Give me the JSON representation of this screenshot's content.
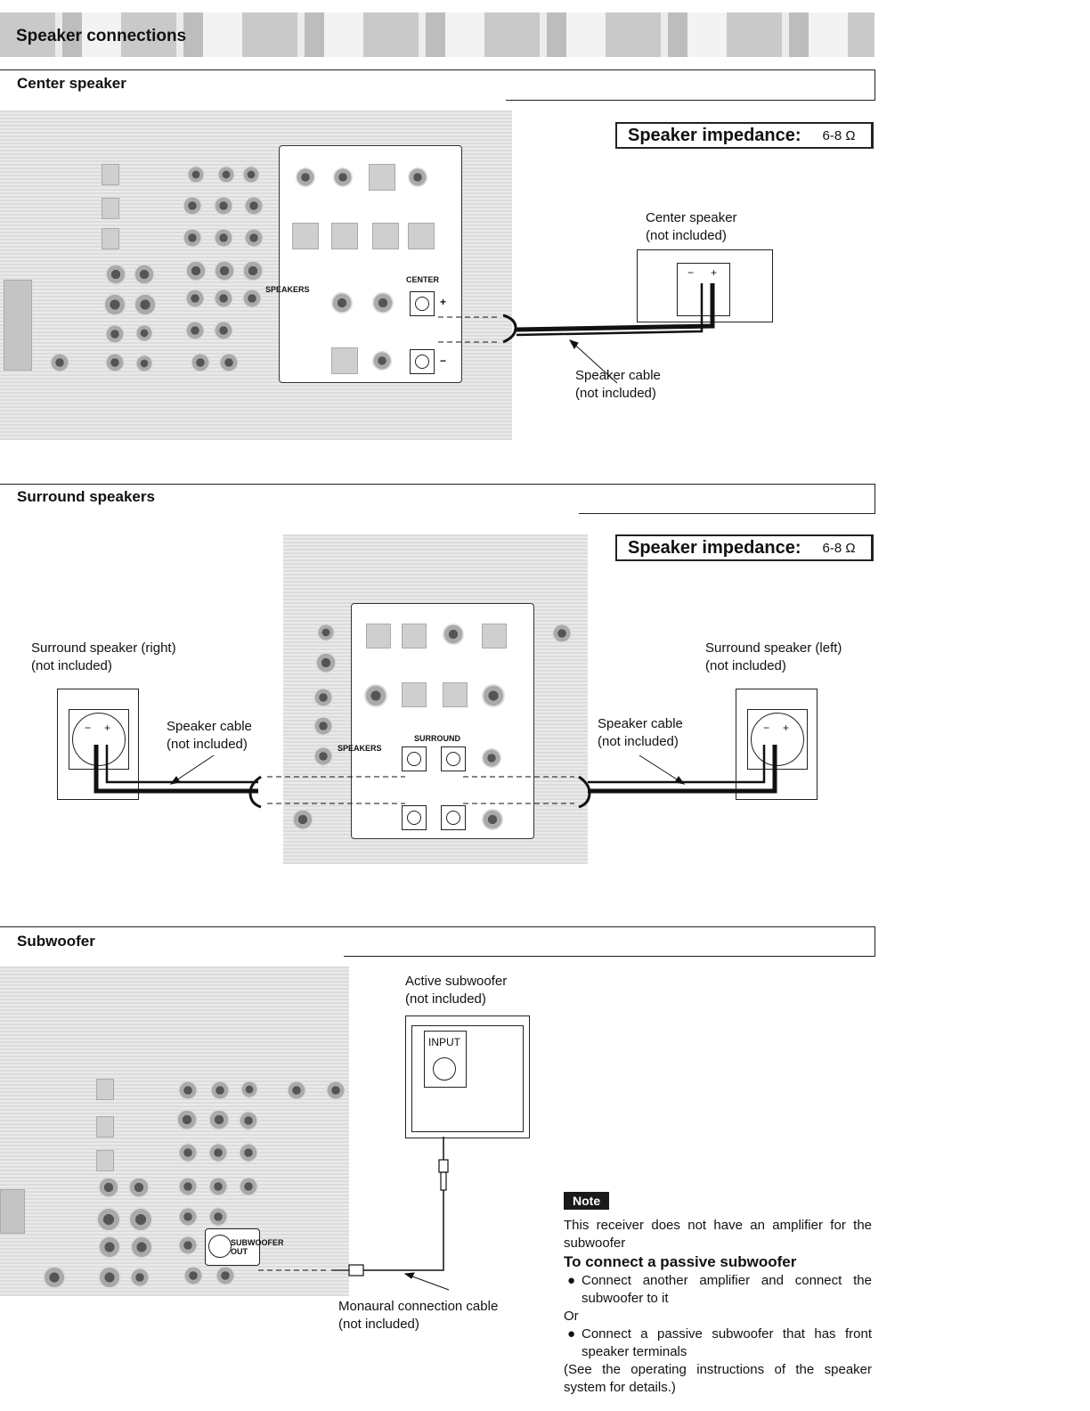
{
  "page": {
    "title": "Speaker connections"
  },
  "center": {
    "heading": "Center speaker",
    "impedance_label": "Speaker impedance:",
    "impedance_value": "6-8 Ω",
    "speaker_label": [
      "Center speaker",
      "(not included)"
    ],
    "cable_label": [
      "Speaker cable",
      "(not included)"
    ],
    "panel_labels": {
      "speakers": "SPEAKERS",
      "center": "CENTER"
    }
  },
  "surround": {
    "heading": "Surround speakers",
    "impedance_label": "Speaker impedance:",
    "impedance_value": "6-8 Ω",
    "right_label": [
      "Surround speaker (right)",
      "(not included)"
    ],
    "left_label": [
      "Surround speaker (left)",
      "(not included)"
    ],
    "cable_right": [
      "Speaker cable",
      "(not included)"
    ],
    "cable_left": [
      "Speaker cable",
      "(not included)"
    ],
    "panel_labels": {
      "speakers": "SPEAKERS",
      "surround": "SURROUND"
    }
  },
  "subwoofer": {
    "heading": "Subwoofer",
    "sub_label": [
      "Active subwoofer",
      "(not included)"
    ],
    "input_label": "INPUT",
    "out_label": [
      "SUBWOOFER",
      "OUT"
    ],
    "cable_label": [
      "Monaural connection cable",
      "(not included)"
    ]
  },
  "note": {
    "badge": "Note",
    "line1": "This receiver does not have an amplifier for the subwoofer",
    "head": "To connect a passive subwoofer",
    "bullet1": "Connect another amplifier and connect the subwoofer to it",
    "or": "Or",
    "bullet2": "Connect a passive subwoofer that has front speaker terminals",
    "footer": "(See the operating instructions of the speaker system for details.)"
  },
  "terminal_signs": {
    "plus": "+",
    "minus": "−"
  }
}
